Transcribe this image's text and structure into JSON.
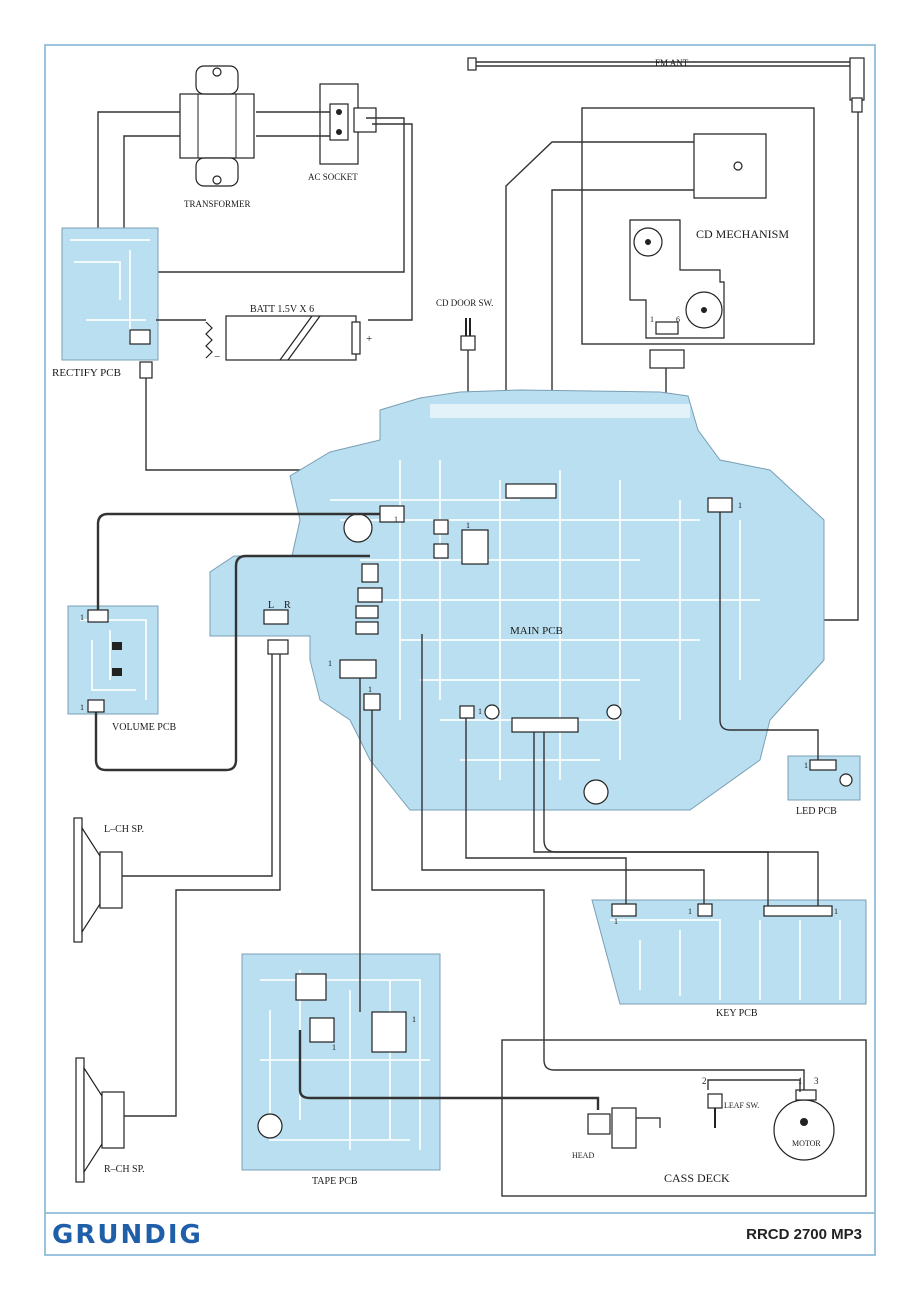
{
  "labels": {
    "fm_ant": "FM ANT",
    "ac_socket": "AC SOCKET",
    "transformer": "TRANSFORMER",
    "cd_mechanism": "CD MECHANISM",
    "cd_door_sw": "CD DOOR SW.",
    "batt": "BATT  1.5V X 6",
    "batt_plus": "+",
    "batt_minus": "−",
    "rectify_pcb": "RECTIFY PCB",
    "main_pcb": "MAIN PCB",
    "volume_pcb": "VOLUME PCB",
    "led_pcb": "LED PCB",
    "lch_sp": "L–CH SP.",
    "rch_sp": "R–CH SP.",
    "key_pcb": "KEY PCB",
    "tape_pcb": "TAPE PCB",
    "cass_deck": "CASS DECK",
    "head": "HEAD",
    "leaf_sw": "LEAF SW.",
    "motor": "MOTOR",
    "l": "L",
    "r": "R",
    "pin_1": "1",
    "pin_2": "2",
    "pin_3": "3",
    "pin_6": "6"
  },
  "footer": {
    "brand": "GRUNDIG",
    "model": "RRCD 2700 MP3"
  },
  "colors": {
    "pcb": "#b9dff0",
    "frame": "#9cc3dd",
    "brand": "#1f5ea8"
  }
}
